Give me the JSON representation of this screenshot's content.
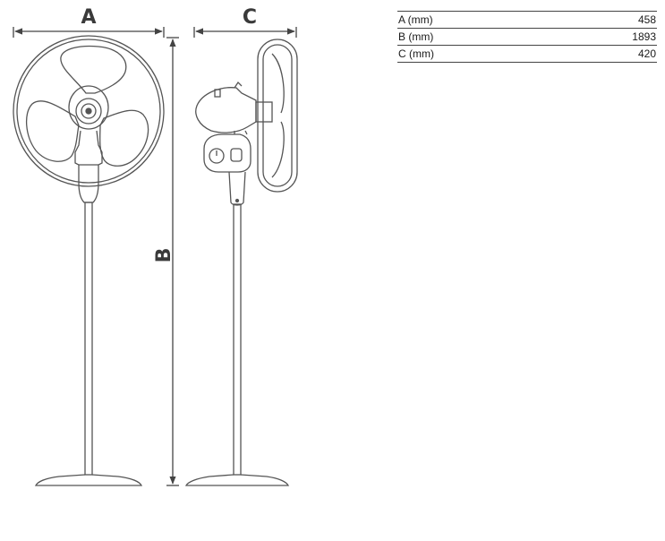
{
  "dimension_labels": {
    "width": "A",
    "height": "B",
    "depth": "C"
  },
  "spec_table": {
    "rows": [
      {
        "label": "A (mm)",
        "value": "458"
      },
      {
        "label": "B (mm)",
        "value": "1893"
      },
      {
        "label": "C (mm)",
        "value": "420"
      }
    ]
  },
  "colors": {
    "line": "#555555",
    "text": "#1a1a1a"
  }
}
